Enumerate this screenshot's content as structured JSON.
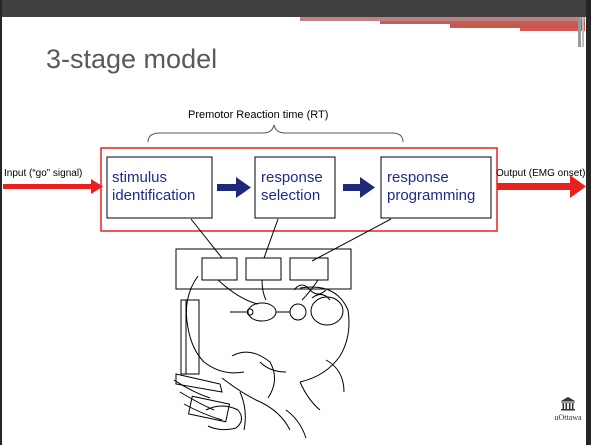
{
  "slide": {
    "title": "3-stage model"
  },
  "diagram": {
    "rt_label": "Premotor Reaction time (RT)",
    "input_label": "Input (“go” signal)",
    "output_label": "Output (EMG onset)",
    "stages": [
      {
        "line1": "stimulus",
        "line2": "identification"
      },
      {
        "line1": "response",
        "line2": "selection"
      },
      {
        "line1": "response",
        "line2": "programming"
      }
    ]
  },
  "logo": {
    "name": "uOttawa",
    "icon": "building-icon"
  },
  "colors": {
    "accent_red": "#e8201e",
    "arrow_navy": "#1c2a78",
    "box_text": "#1f2a8c",
    "title_gray": "#595959",
    "band_dark": "#404040"
  }
}
